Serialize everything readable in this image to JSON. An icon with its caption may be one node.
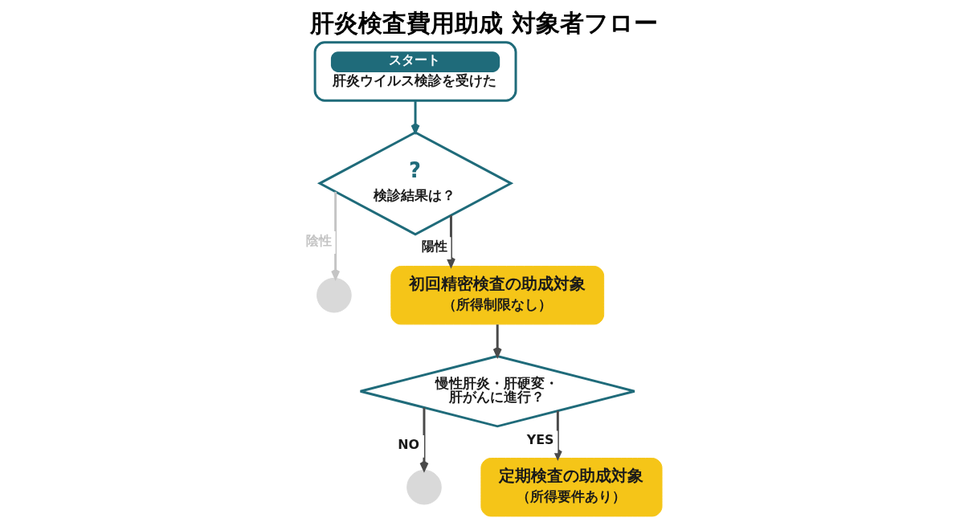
{
  "diagram": {
    "title": "肝炎検査費用助成 対象者フロー",
    "nodes": [
      {
        "text": [
          "スタート",
          "肝炎ウイルス検診を受けた"
        ]
      },
      {
        "text": [
          "?",
          "検診結果は？"
        ]
      },
      {
        "text": [
          "初回精密検査の助成対象",
          "（所得制限なし）"
        ]
      },
      {
        "text": [],
        "shape": "circle"
      },
      {
        "text": [
          "慢性肝炎・肝硬変・肝がんに進行？"
        ]
      },
      {
        "text": [
          "定期検査の助成対象",
          "（所得要件あり）"
        ]
      },
      {
        "text": [],
        "shape": "circle"
      }
    ],
    "edges": [
      {
        "from": 0,
        "to": 1,
        "arrow": "to",
        "color": "#1f6b7a"
      },
      {
        "from": 1,
        "to": 3,
        "arrow": "to",
        "label": "陰性",
        "color": "#c4c4c4"
      },
      {
        "from": 1,
        "to": 2,
        "arrow": "to",
        "label": "陽性"
      },
      {
        "from": 2,
        "to": 4,
        "arrow": "to"
      },
      {
        "from": 4,
        "to": 6,
        "arrow": "to",
        "label": "NO"
      },
      {
        "from": 4,
        "to": 5,
        "arrow": "to",
        "label": "YES"
      }
    ]
  }
}
